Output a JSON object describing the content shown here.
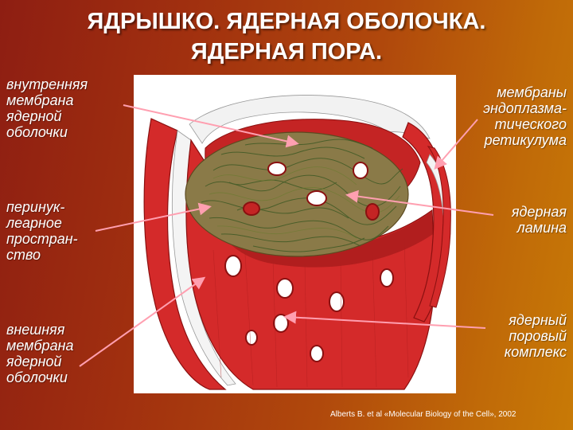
{
  "title": {
    "line1": "ЯДРЫШКО. ЯДЕРНАЯ ОБОЛОЧКА.",
    "line2": "ЯДЕРНАЯ ПОРА."
  },
  "labels": {
    "inner_membrane": [
      "внутренняя",
      "мембрана",
      "ядерной",
      "оболочки"
    ],
    "perinuclear_space": [
      "перинук-",
      "леарное",
      "простран-",
      "ство"
    ],
    "outer_membrane": [
      "внешняя",
      "мембрана",
      "ядерной",
      "оболочки"
    ],
    "er_membranes": [
      "мембраны",
      "эндоплазма-",
      "тического",
      "ретикулума"
    ],
    "nuclear_lamina": [
      "ядерная",
      "ламина"
    ],
    "nuclear_pore_complex": [
      "ядерный",
      "поровый",
      "комплекс"
    ]
  },
  "credit": "Alberts B. et al «Molecular Biology of the Cell», 2002",
  "colors": {
    "membrane_red": "#d42a2a",
    "membrane_dark": "#9e1616",
    "nucleoplasm": "#8a7a48",
    "chromatin": "#3f5a25",
    "arrow": "#ff9fb0"
  }
}
